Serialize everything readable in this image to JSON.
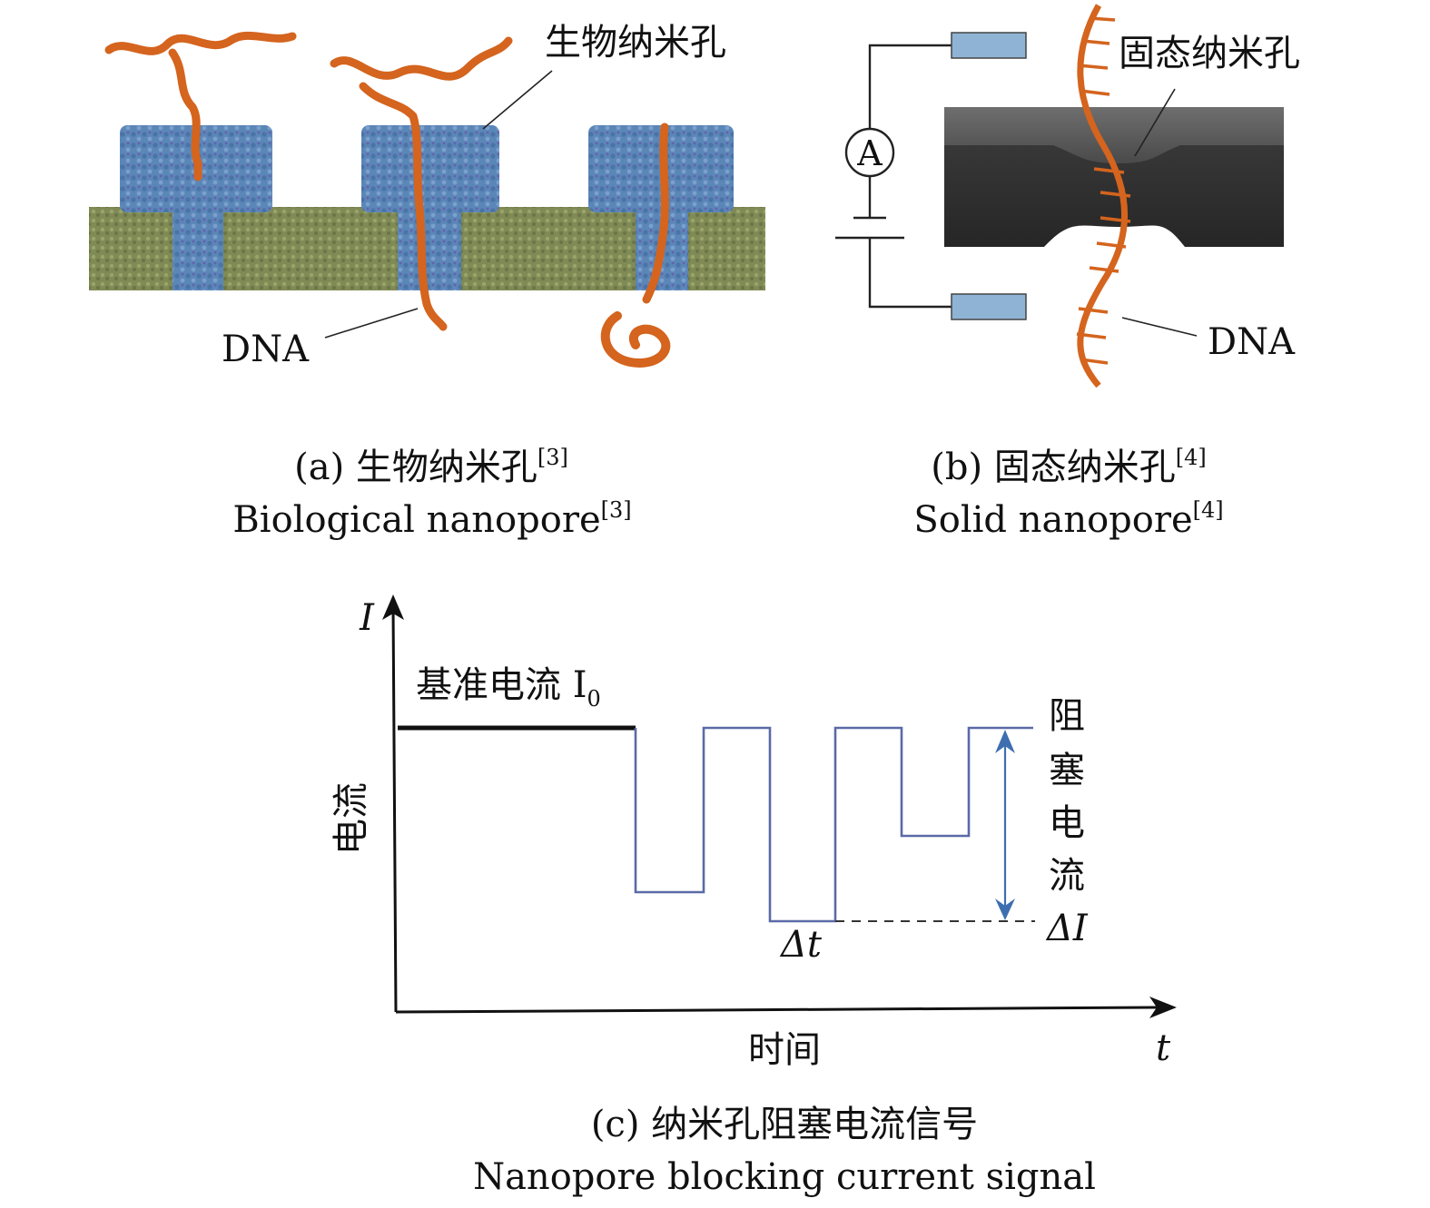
{
  "panel_a": {
    "pore_label": "生物纳米孔",
    "dna_label": "DNA",
    "caption_cn": "(a) 生物纳米孔",
    "caption_cn_ref": "[3]",
    "caption_en": "Biological nanopore",
    "caption_en_ref": "[3]"
  },
  "panel_b": {
    "pore_label": "固态纳米孔",
    "dna_label": "DNA",
    "ammeter_label": "A",
    "caption_cn": "(b) 固态纳米孔",
    "caption_cn_ref": "[4]",
    "caption_en": "Solid nanopore",
    "caption_en_ref": "[4]"
  },
  "panel_c": {
    "y_axis_symbol": "I",
    "y_axis_label": "电流",
    "x_axis_symbol": "t",
    "x_axis_label": "时间",
    "baseline_label": "基准电流 I",
    "baseline_sub": "0",
    "blocking_label_chars": [
      "阻",
      "塞",
      "电",
      "流"
    ],
    "delta_i_label": "ΔI",
    "delta_t_label": "Δt",
    "caption_cn": "(c) 纳米孔阻塞电流信号",
    "caption_en": "Nanopore blocking current signal"
  },
  "colors": {
    "membrane": "#7f8a55",
    "protein": "#5b86b8",
    "dna": "#d4641e",
    "signal": "#5a6aa8",
    "arrow": "#3d6fb0",
    "electrode": "#8fb3d4",
    "chip": "#3a3a3a"
  }
}
